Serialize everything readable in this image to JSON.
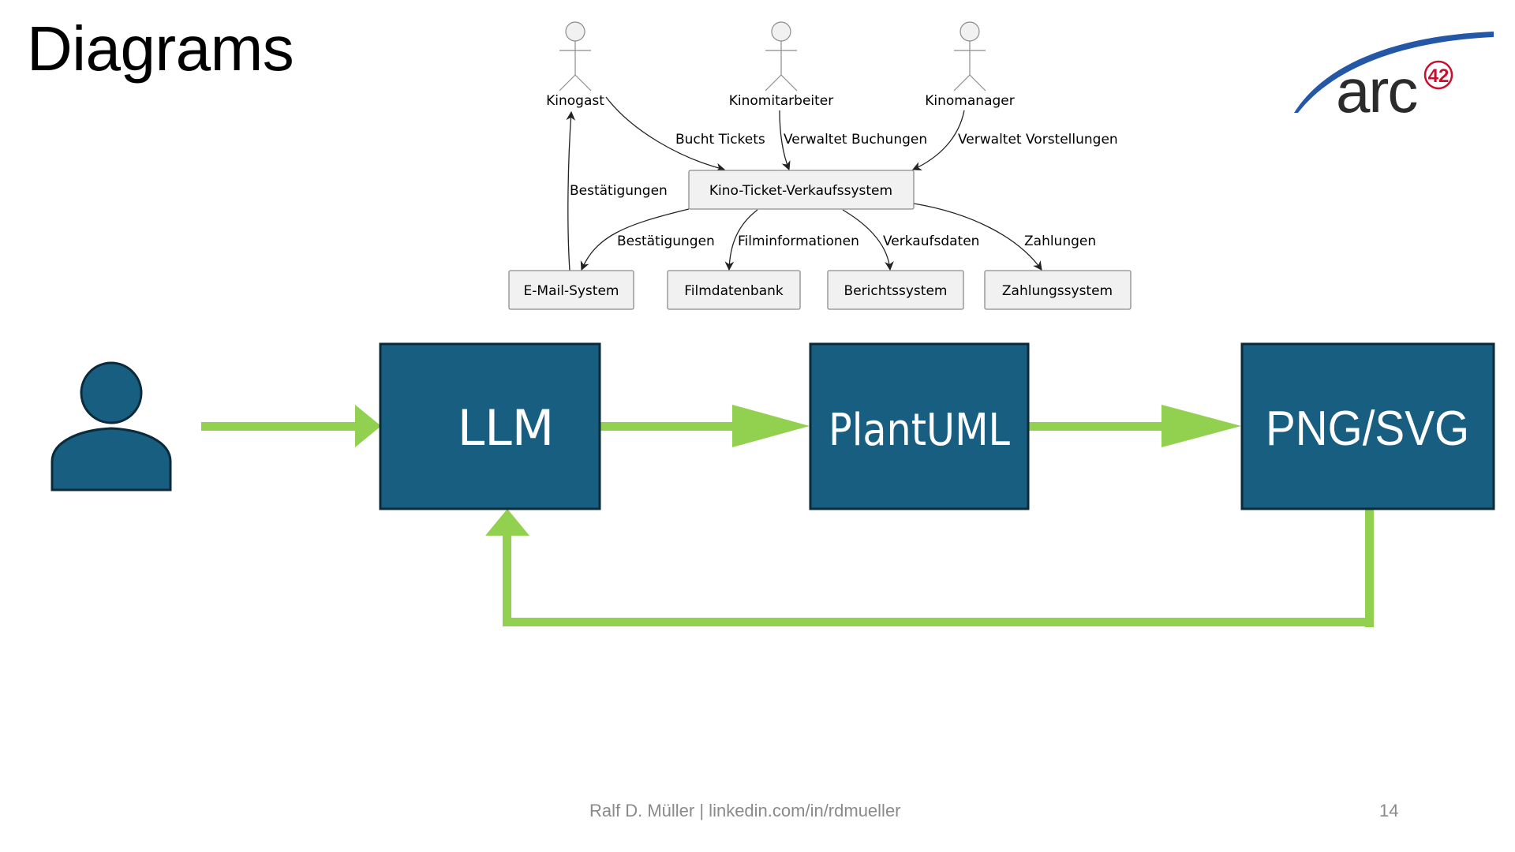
{
  "slide": {
    "title": "Diagrams",
    "footer_credit": "Ralf D. Müller | linkedin.com/in/rdmueller",
    "page_number": "14"
  },
  "logo": {
    "text": "arc",
    "badge": "42",
    "swoosh_color": "#2458A6",
    "text_color": "#2B2B2B",
    "badge_color": "#C8102E"
  },
  "uml": {
    "actors": [
      {
        "id": "kinogast",
        "label": "Kinogast"
      },
      {
        "id": "kinomitarbeiter",
        "label": "Kinomitarbeiter"
      },
      {
        "id": "kinomanager",
        "label": "Kinomanager"
      }
    ],
    "system": {
      "label": "Kino-Ticket-Verkaufssystem"
    },
    "components": [
      {
        "id": "email",
        "label": "E-Mail-System"
      },
      {
        "id": "filmdb",
        "label": "Filmdatenbank"
      },
      {
        "id": "bericht",
        "label": "Berichtssystem"
      },
      {
        "id": "zahlung",
        "label": "Zahlungssystem"
      }
    ],
    "edges": [
      {
        "from": "kinogast",
        "to": "system",
        "label": "Bucht Tickets"
      },
      {
        "from": "kinomitarbeiter",
        "to": "system",
        "label": "Verwaltet Buchungen"
      },
      {
        "from": "kinomanager",
        "to": "system",
        "label": "Verwaltet Vorstellungen"
      },
      {
        "from": "email",
        "to": "kinogast",
        "label": "Bestätigungen"
      },
      {
        "from": "system",
        "to": "email",
        "label": "Bestätigungen"
      },
      {
        "from": "system",
        "to": "filmdb",
        "label": "Filminformationen"
      },
      {
        "from": "system",
        "to": "bericht",
        "label": "Verkaufsdaten"
      },
      {
        "from": "system",
        "to": "zahlung",
        "label": "Zahlungen"
      }
    ],
    "colors": {
      "node_fill": "#F1F1F1",
      "node_border": "#8C8C8C",
      "edge": "#222222",
      "actor_stroke": "#8C8C8C"
    }
  },
  "flow": {
    "user_icon": "person-icon",
    "steps": [
      {
        "id": "llm",
        "label": "LLM"
      },
      {
        "id": "plantuml",
        "label": "PlantUML"
      },
      {
        "id": "pngsvg",
        "label": "PNG/SVG"
      }
    ],
    "feedback": {
      "from": "pngsvg",
      "to": "llm"
    },
    "colors": {
      "box_fill": "#175E80",
      "box_border": "#0B2A3A",
      "arrow": "#92D050",
      "text": "#FFFFFF"
    }
  }
}
